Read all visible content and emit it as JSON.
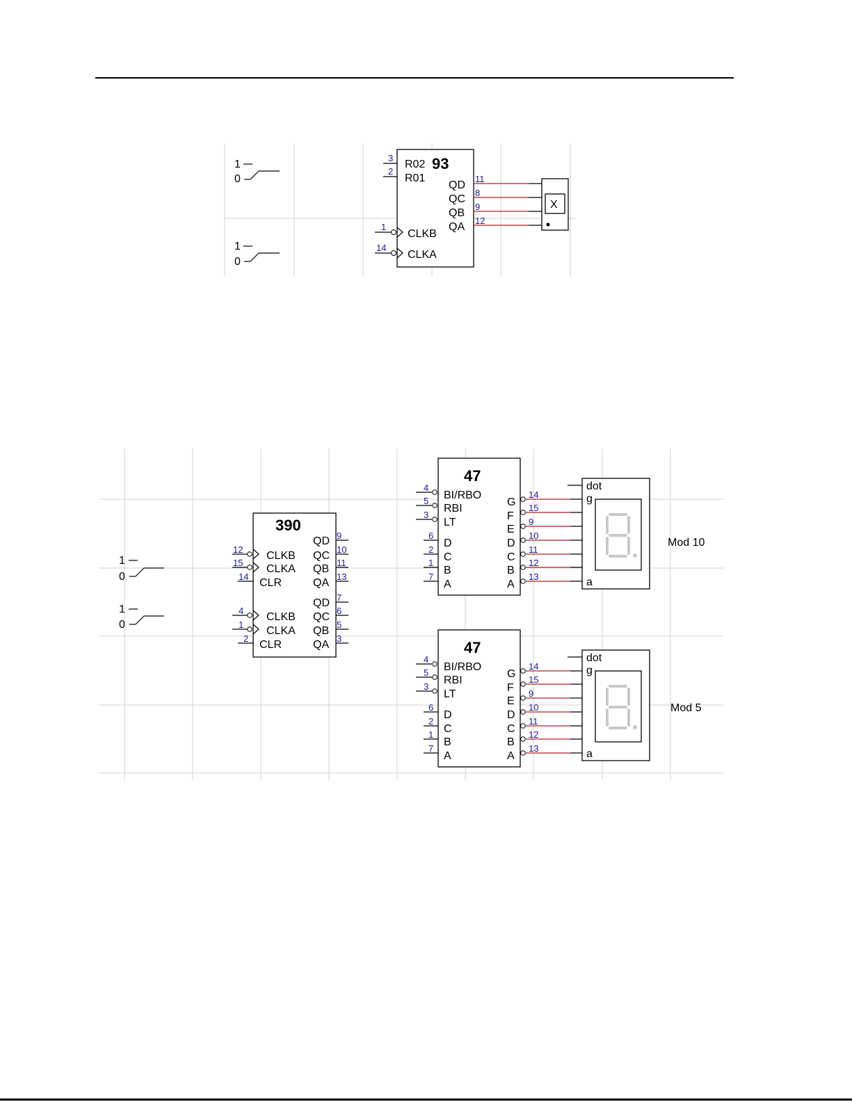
{
  "circuit1": {
    "switch1": {
      "high": "1",
      "low": "0"
    },
    "switch2": {
      "high": "1",
      "low": "0"
    },
    "chip": {
      "title": "93",
      "inputs": [
        {
          "name": "R02",
          "pin": "3"
        },
        {
          "name": "R01",
          "pin": "2"
        },
        {
          "name": "CLKB",
          "pin": "1"
        },
        {
          "name": "CLKA",
          "pin": "14"
        }
      ],
      "outputs": [
        {
          "name": "QD",
          "pin": "11"
        },
        {
          "name": "QC",
          "pin": "8"
        },
        {
          "name": "QB",
          "pin": "9"
        },
        {
          "name": "QA",
          "pin": "12"
        }
      ]
    },
    "display_text": "X"
  },
  "circuit2": {
    "switch1": {
      "high": "1",
      "low": "0"
    },
    "switch2": {
      "high": "1",
      "low": "0"
    },
    "counter": {
      "title": "390",
      "top": {
        "inputs": [
          {
            "name": "CLKB",
            "pin": "12"
          },
          {
            "name": "CLKA",
            "pin": "15"
          },
          {
            "name": "CLR",
            "pin": "14"
          }
        ],
        "outputs": [
          {
            "name": "QD",
            "pin": "9"
          },
          {
            "name": "QC",
            "pin": "10"
          },
          {
            "name": "QB",
            "pin": "11"
          },
          {
            "name": "QA",
            "pin": "13"
          }
        ]
      },
      "bottom": {
        "inputs": [
          {
            "name": "CLKB",
            "pin": "4"
          },
          {
            "name": "CLKA",
            "pin": "1"
          },
          {
            "name": "CLR",
            "pin": "2"
          }
        ],
        "outputs": [
          {
            "name": "QD",
            "pin": "7"
          },
          {
            "name": "QC",
            "pin": "6"
          },
          {
            "name": "QB",
            "pin": "5"
          },
          {
            "name": "QA",
            "pin": "3"
          }
        ]
      }
    },
    "decoders": [
      {
        "title": "47",
        "ctrl": [
          {
            "name": "BI/RBO",
            "pin": "4"
          },
          {
            "name": "RBI",
            "pin": "5"
          },
          {
            "name": "LT",
            "pin": "3"
          }
        ],
        "inputs": [
          {
            "name": "D",
            "pin": "6"
          },
          {
            "name": "C",
            "pin": "2"
          },
          {
            "name": "B",
            "pin": "1"
          },
          {
            "name": "A",
            "pin": "7"
          }
        ],
        "outputs": [
          {
            "name": "G",
            "pin": "14"
          },
          {
            "name": "F",
            "pin": "15"
          },
          {
            "name": "E",
            "pin": "9"
          },
          {
            "name": "D",
            "pin": "10"
          },
          {
            "name": "C",
            "pin": "11"
          },
          {
            "name": "B",
            "pin": "12"
          },
          {
            "name": "A",
            "pin": "13"
          }
        ],
        "display": {
          "dot": "dot",
          "g": "g",
          "a": "a"
        },
        "label": "Mod 10"
      },
      {
        "title": "47",
        "ctrl": [
          {
            "name": "BI/RBO",
            "pin": "4"
          },
          {
            "name": "RBI",
            "pin": "5"
          },
          {
            "name": "LT",
            "pin": "3"
          }
        ],
        "inputs": [
          {
            "name": "D",
            "pin": "6"
          },
          {
            "name": "C",
            "pin": "2"
          },
          {
            "name": "B",
            "pin": "1"
          },
          {
            "name": "A",
            "pin": "7"
          }
        ],
        "outputs": [
          {
            "name": "G",
            "pin": "14"
          },
          {
            "name": "F",
            "pin": "15"
          },
          {
            "name": "E",
            "pin": "9"
          },
          {
            "name": "D",
            "pin": "10"
          },
          {
            "name": "C",
            "pin": "11"
          },
          {
            "name": "B",
            "pin": "12"
          },
          {
            "name": "A",
            "pin": "13"
          }
        ],
        "display": {
          "dot": "dot",
          "g": "g",
          "a": "a"
        },
        "label": "Mod 5"
      }
    ]
  }
}
